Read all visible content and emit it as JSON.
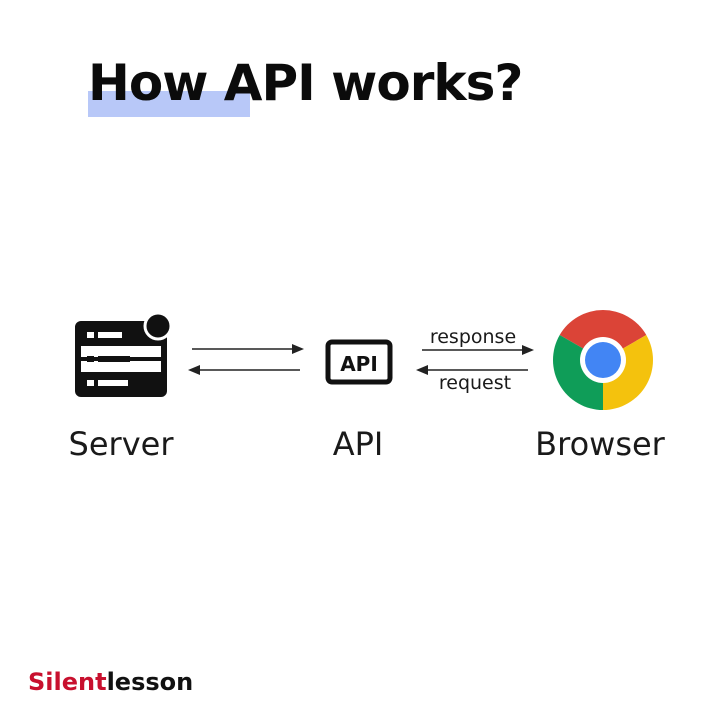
{
  "title": "How API works?",
  "diagram": {
    "nodes": {
      "server": "Server",
      "api": "API",
      "browser": "Browser"
    },
    "api_icon_text": "API",
    "arrows": {
      "response": "response",
      "request": "request"
    }
  },
  "brand": {
    "part1": "Silent",
    "part2": "lesson"
  },
  "colors": {
    "highlight": "#b8c8f8",
    "brand_red": "#c8102e",
    "chrome_red": "#db4437",
    "chrome_yellow": "#f4c20d",
    "chrome_green": "#0f9d58",
    "chrome_blue": "#4285f4"
  },
  "icons": [
    "server-icon",
    "api-icon",
    "chrome-icon"
  ]
}
